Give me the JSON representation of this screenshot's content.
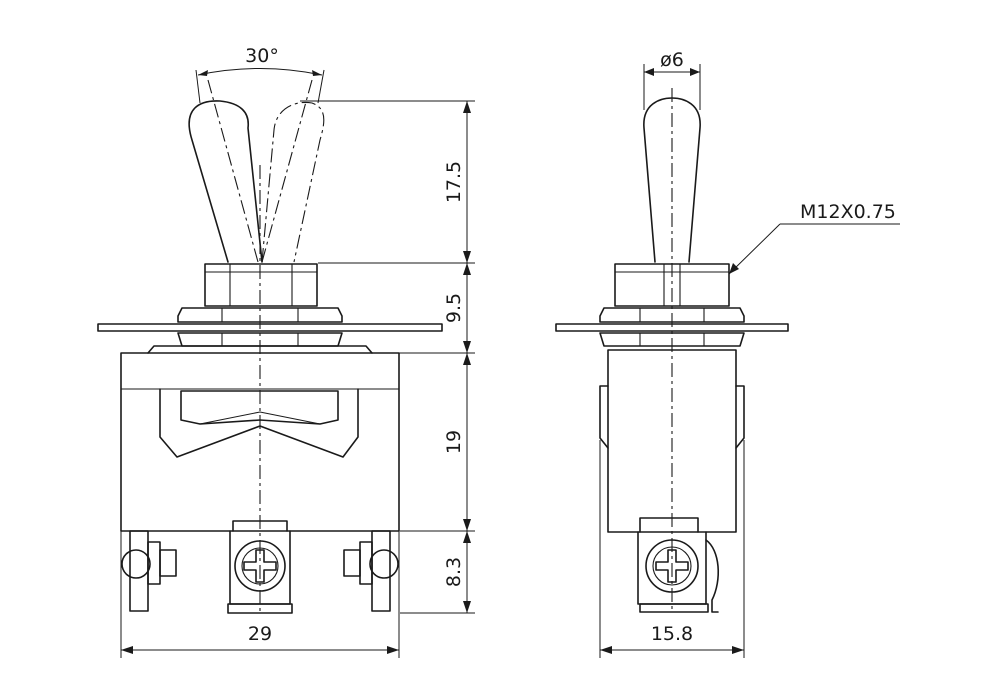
{
  "dimensions": {
    "toggle_angle": "30°",
    "lever_diameter": "ø6",
    "thread": "M12X0.75",
    "lever_height": "17.5",
    "bushing_height": "9.5",
    "body_height": "19",
    "terminal_height": "8.3",
    "body_width": "29",
    "side_width": "15.8"
  }
}
